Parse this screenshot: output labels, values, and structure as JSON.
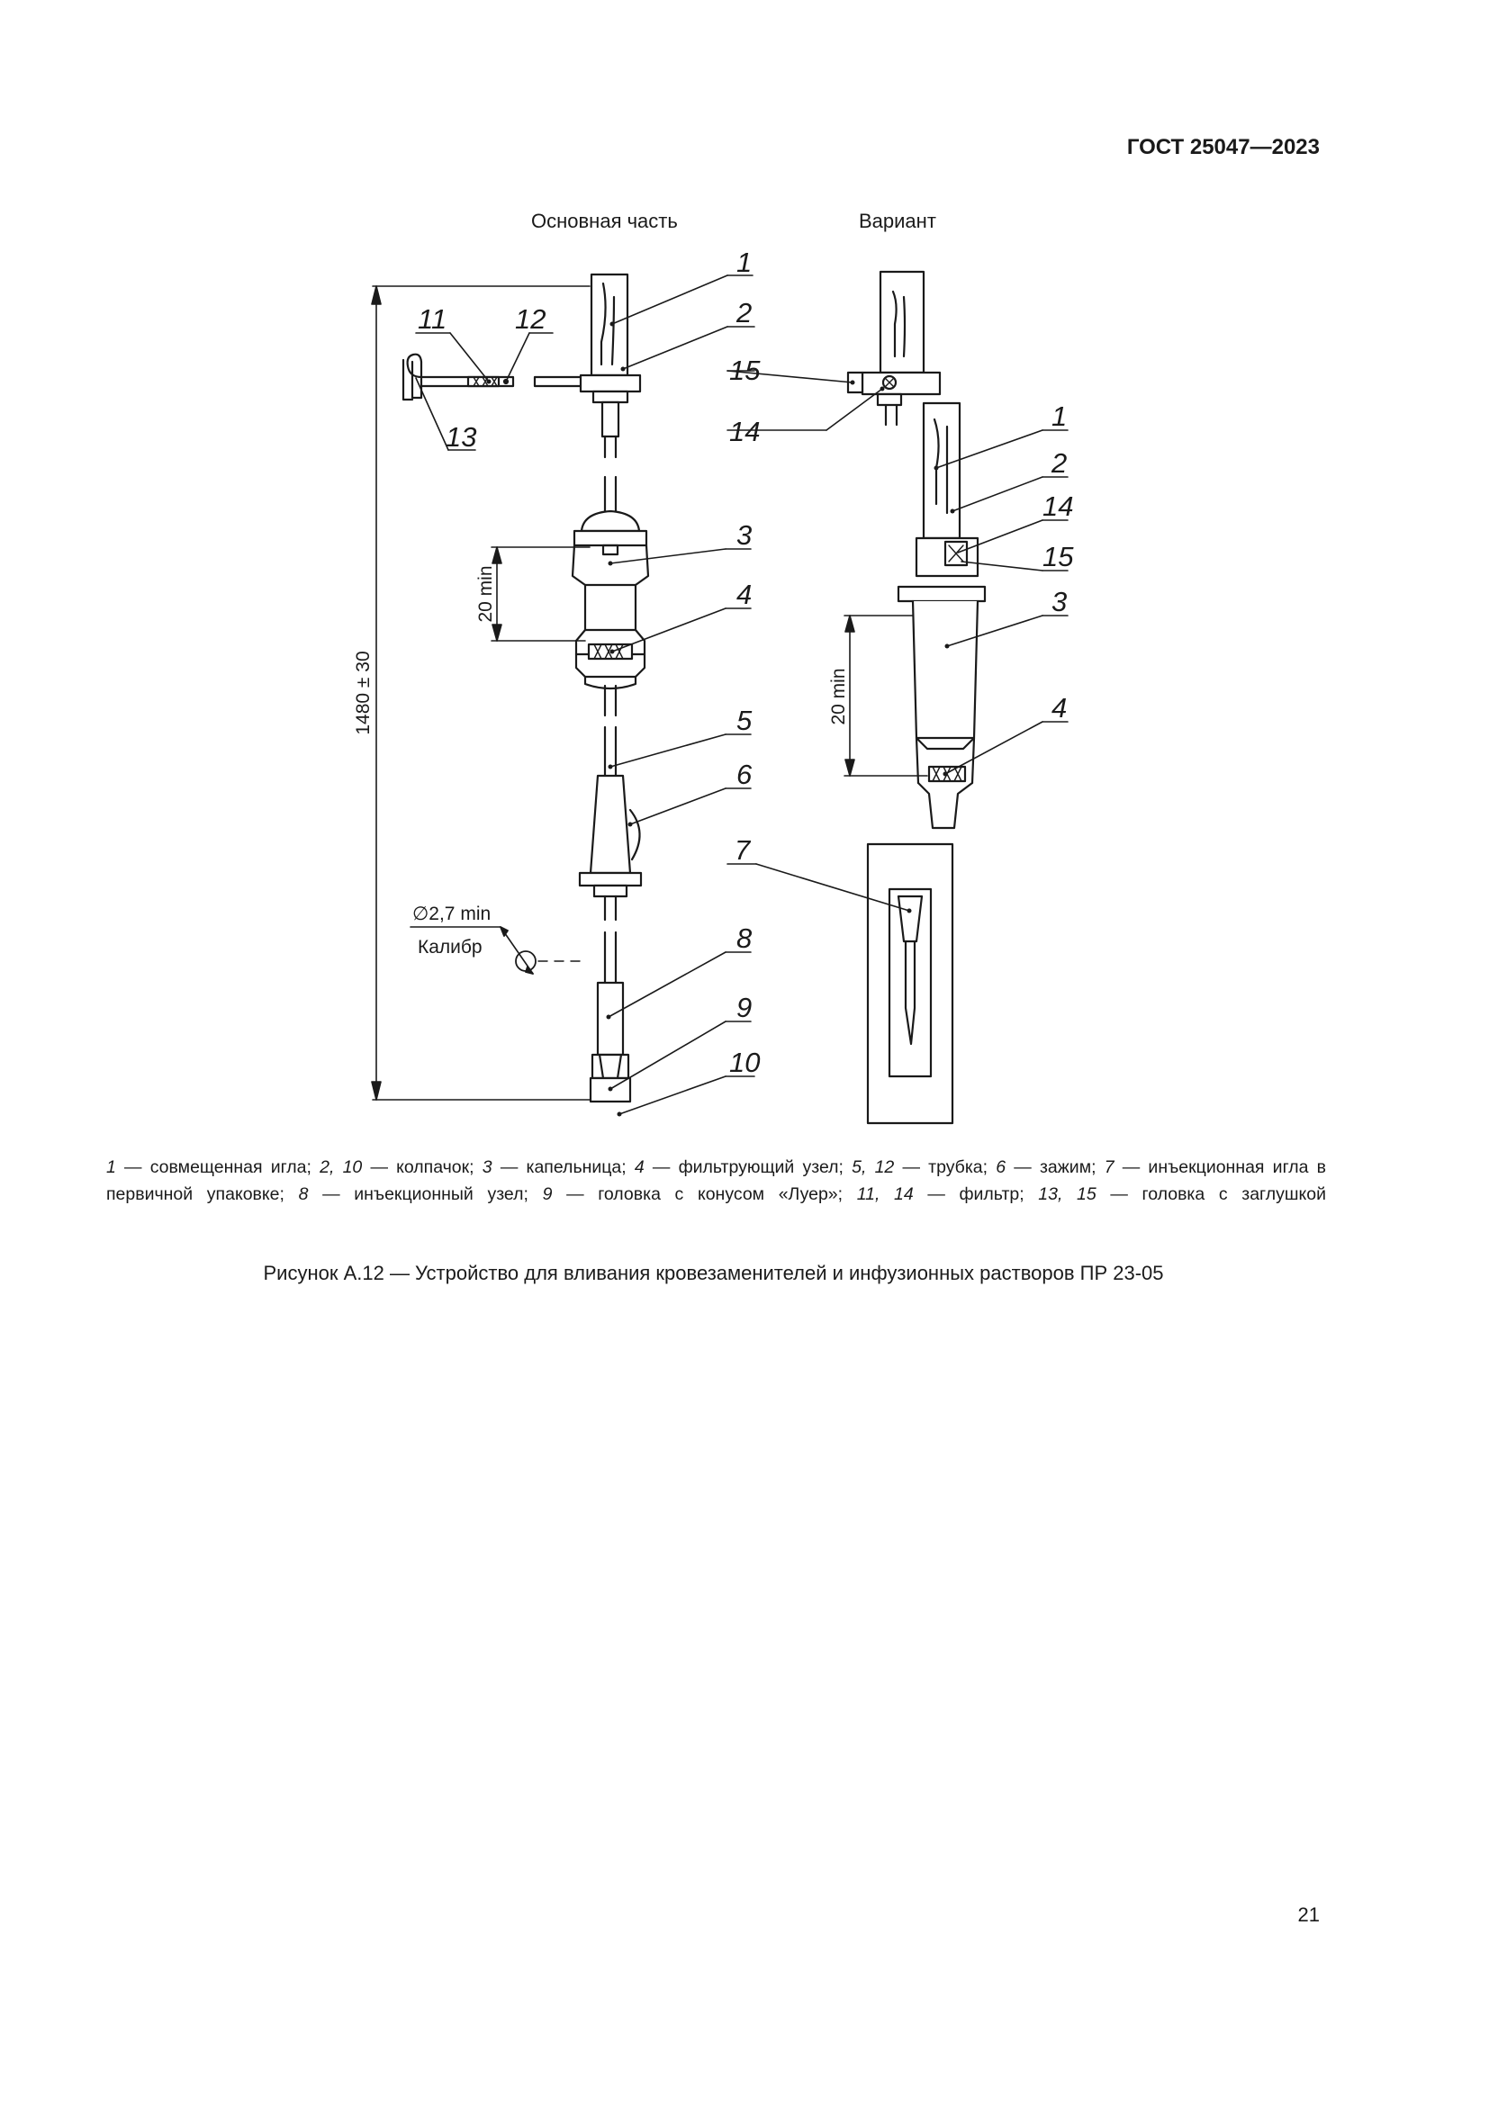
{
  "header": {
    "standard": "ГОСТ 25047—2023"
  },
  "figure": {
    "view_titles": {
      "main": "Основная часть",
      "variant": "Вариант"
    },
    "callouts": {
      "main": [
        "1",
        "2",
        "11",
        "12",
        "13",
        "3",
        "4",
        "5",
        "6",
        "8",
        "9",
        "10"
      ],
      "variant": [
        "15",
        "14",
        "1",
        "2",
        "14",
        "15",
        "3",
        "4",
        "7"
      ]
    },
    "dimensions": {
      "overall": "1480 ± 30",
      "drip_main": "20 min",
      "drip_variant": "20 min",
      "gauge_diameter": "∅2,7 min",
      "gauge_label": "Калибр"
    }
  },
  "legend": [
    {
      "num": "1",
      "text": " — совмещенная игла; "
    },
    {
      "num": "2, 10",
      "text": " — колпачок; "
    },
    {
      "num": "3",
      "text": " — капельница; "
    },
    {
      "num": "4",
      "text": " — фильтрующий узел; "
    },
    {
      "num": "5, 12",
      "text": " — трубка; "
    },
    {
      "num": "6",
      "text": " — зажим; "
    },
    {
      "num": "7",
      "text": " — инъекционная игла в первичной упаковке; "
    },
    {
      "num": "8",
      "text": " — инъекционный узел; "
    },
    {
      "num": "9",
      "text": " — головка с конусом «Луер»; "
    },
    {
      "num": "11, 14",
      "text": " — фильтр; "
    },
    {
      "num": "13, 15",
      "text": " — головка с заглушкой"
    }
  ],
  "caption": "Рисунок А.12 — Устройство для вливания кровезаменителей и инфузионных растворов ПР 23-05",
  "page_number": "21"
}
